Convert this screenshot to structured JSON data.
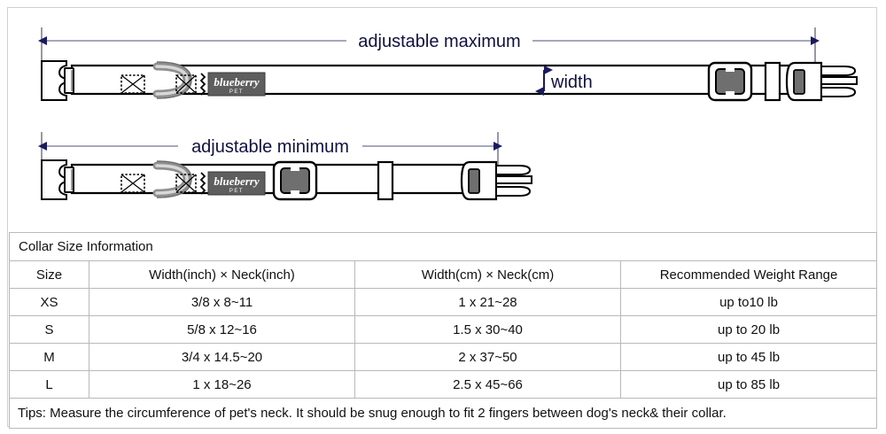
{
  "diagram": {
    "max_label": "adjustable maximum",
    "min_label": "adjustable minimum",
    "width_label": "width",
    "brand_label": "blueberry",
    "brand_sub": "PET",
    "colors": {
      "dimension_line": "#8a8aa8",
      "arrow_head": "#1a1a5e",
      "text": "#101040",
      "hardware_outline": "#000000",
      "hardware_fill": "#ffffff",
      "dring_gray": "#9a9a9a",
      "slider_inner": "#6f6f6f",
      "label_bg": "#5e5e5e",
      "frame": "#d0d0d0"
    }
  },
  "table": {
    "title": "Collar Size Information",
    "headers": [
      "Size",
      "Width(inch)  ×  Neck(inch)",
      "Width(cm)  ×  Neck(cm)",
      "Recommended Weight Range"
    ],
    "rows": [
      {
        "size": "XS",
        "inch": "3/8 x 8~11",
        "cm": "1 x 21~28",
        "weight": "up to10 lb"
      },
      {
        "size": "S",
        "inch": "5/8 x 12~16",
        "cm": "1.5 x 30~40",
        "weight": "up to 20 lb"
      },
      {
        "size": "M",
        "inch": "3/4 x 14.5~20",
        "cm": "2 x 37~50",
        "weight": "up to 45 lb"
      },
      {
        "size": "L",
        "inch": "1 x 18~26",
        "cm": "2.5 x 45~66",
        "weight": "up to 85 lb"
      }
    ],
    "tips": "Tips: Measure the circumference of pet's neck. It should be snug enough to fit 2 fingers between dog's neck& their collar."
  }
}
